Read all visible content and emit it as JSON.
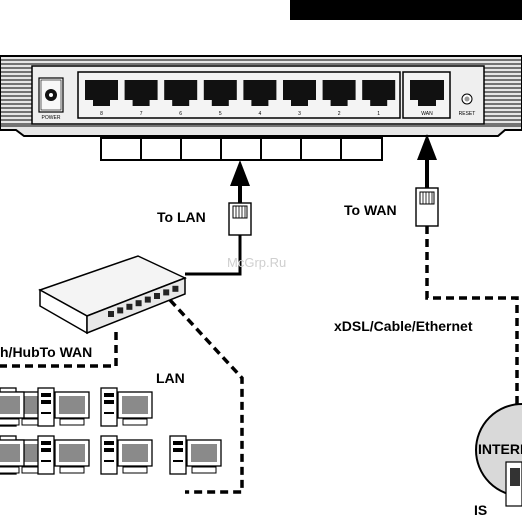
{
  "router": {
    "power_label": "POWER",
    "lan_port_numbers": [
      "8",
      "7",
      "6",
      "5",
      "4",
      "3",
      "2",
      "1"
    ],
    "wan_label": "WAN",
    "reset_label": "RESET"
  },
  "labels": {
    "to_lan": "To LAN",
    "to_wan": "To WAN",
    "switch_hub": "h/HubTo WAN",
    "xdsl": "xDSL/Cable/Ethernet",
    "lan": "LAN",
    "internet": "INTERN",
    "isp": "IS"
  },
  "watermark": "McGrp.Ru"
}
